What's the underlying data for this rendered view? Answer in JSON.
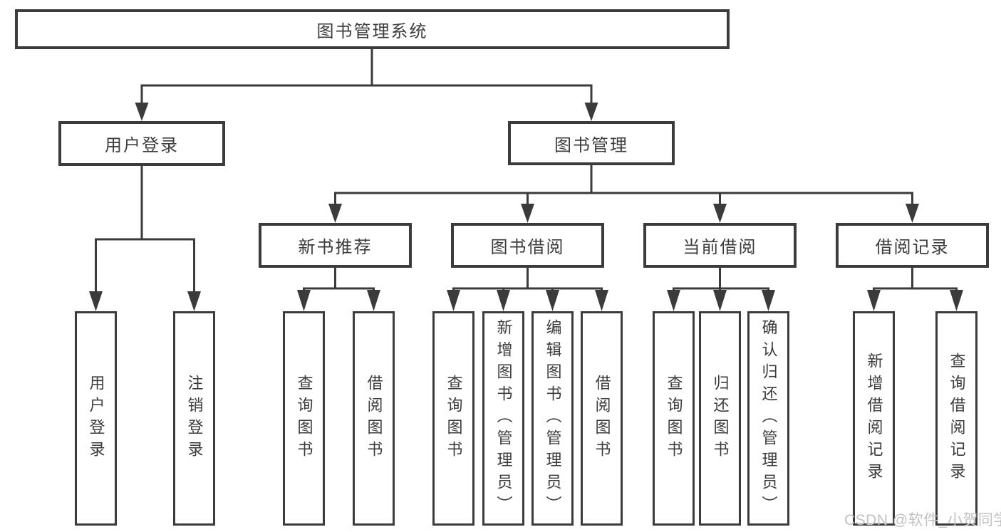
{
  "diagram": {
    "root": {
      "label": "图书管理系统"
    },
    "level2": [
      {
        "label": "用户登录"
      },
      {
        "label": "图书管理"
      }
    ],
    "level3": [
      {
        "label": "新书推荐"
      },
      {
        "label": "图书借阅"
      },
      {
        "label": "当前借阅"
      },
      {
        "label": "借阅记录"
      }
    ],
    "leaves": {
      "user_login": [
        "用户登录",
        "注销登录"
      ],
      "new_book": [
        "查询图书",
        "借阅图书"
      ],
      "book_borrow": [
        "查询图书",
        "新增图书（管理员）",
        "编辑图书（管理员）",
        "借阅图书"
      ],
      "current_borrow": [
        "查询图书",
        "归还图书",
        "确认归还（管理员）"
      ],
      "borrow_record": [
        "新增借阅记录",
        "查询借阅记录"
      ]
    }
  },
  "watermark": {
    "text": "CSDN @软件_小贺同学"
  },
  "colors": {
    "line": "#3b3b3b",
    "text": "#3c3c3c",
    "watermark": "#c2c2c2",
    "background": "#ffffff"
  }
}
